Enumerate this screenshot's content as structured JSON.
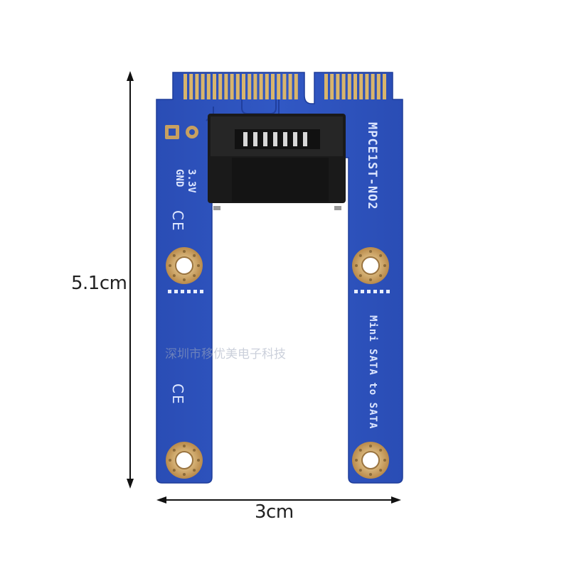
{
  "dimensions": {
    "height_label": "5.1cm",
    "width_label": "3cm"
  },
  "board": {
    "model": "MPCE1ST-NO2",
    "description": "Mini SATA to SATA",
    "pin_3v3": "3.3V",
    "pin_gnd": "GND",
    "cert_mark": "CE"
  },
  "watermark": "深圳市移优美电子科技",
  "colors": {
    "pcb": "#2b4fb8",
    "pcb_edge": "#1e3d9a",
    "gold": "#d9b56b",
    "connector": "#1a1a1a",
    "copper_pad": "#c8a060"
  },
  "icons": [
    "arrow-vertical-icon",
    "arrow-horizontal-icon",
    "ce-mark-icon",
    "mounting-hole-icon",
    "sata-connector-icon"
  ]
}
